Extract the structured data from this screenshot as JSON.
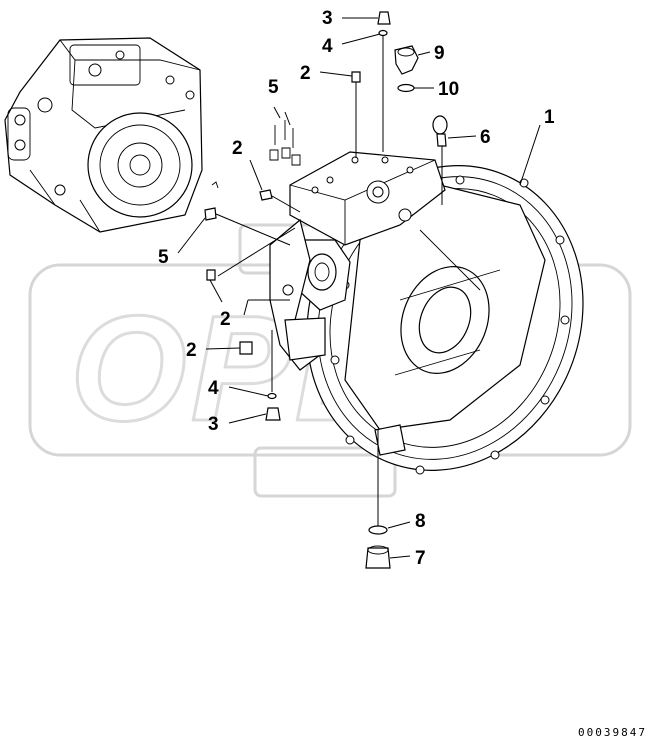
{
  "callouts": [
    {
      "id": "c1",
      "label": "1"
    },
    {
      "id": "c2a",
      "label": "2"
    },
    {
      "id": "c2b",
      "label": "2"
    },
    {
      "id": "c2c",
      "label": "2"
    },
    {
      "id": "c2d",
      "label": "2"
    },
    {
      "id": "c3a",
      "label": "3"
    },
    {
      "id": "c3b",
      "label": "3"
    },
    {
      "id": "c4a",
      "label": "4"
    },
    {
      "id": "c4b",
      "label": "4"
    },
    {
      "id": "c5a",
      "label": "5"
    },
    {
      "id": "c5b",
      "label": "5"
    },
    {
      "id": "c6",
      "label": "6"
    },
    {
      "id": "c7",
      "label": "7"
    },
    {
      "id": "c8",
      "label": "8"
    },
    {
      "id": "c9",
      "label": "9"
    },
    {
      "id": "c10",
      "label": "10"
    }
  ],
  "drawing_number": "00039847",
  "watermark": "OPEX"
}
